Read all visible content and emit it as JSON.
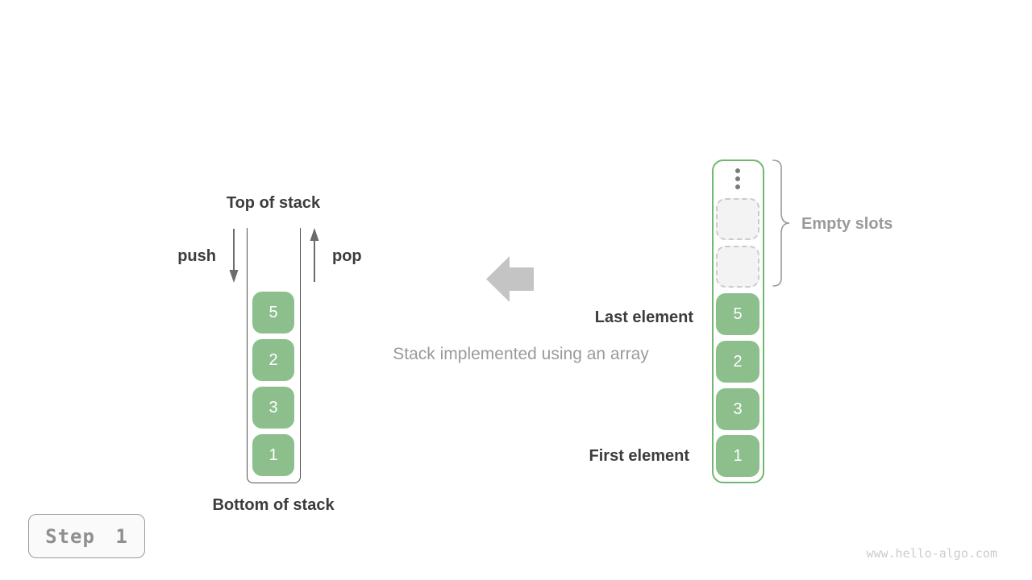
{
  "page": {
    "watermark": "www.hello-algo.com",
    "step_badge_label": "Step 1"
  },
  "colors": {
    "page_bg": "#ffffff",
    "element_fill": "#8dbf8d",
    "array_border": "#70b870",
    "dark_text": "#3c3c3c",
    "gray_text": "#9a9a9a",
    "block_arrow": "#c4c4c4",
    "push_pop_arrow": "#6b6b6b",
    "stack_wall": "#4d4d4d",
    "dots": "#7a7a7a",
    "empty_slot_fill": "#f3f3f3",
    "empty_slot_border": "#cbcbcb",
    "badge_text": "#8f8f8f",
    "badge_border": "#9b9b9b",
    "watermark_text": "#cccccc"
  },
  "stack_diagram": {
    "top_label": "Top of stack",
    "bottom_label": "Bottom of stack",
    "push_label": "push",
    "pop_label": "pop",
    "elements": [
      "5",
      "2",
      "3",
      "1"
    ]
  },
  "caption": "Stack implemented using an array",
  "array_diagram": {
    "empty_slot_count": 2,
    "empty_slots_label": "Empty slots",
    "last_element_label": "Last element",
    "first_element_label": "First element",
    "elements": [
      "5",
      "2",
      "3",
      "1"
    ]
  }
}
